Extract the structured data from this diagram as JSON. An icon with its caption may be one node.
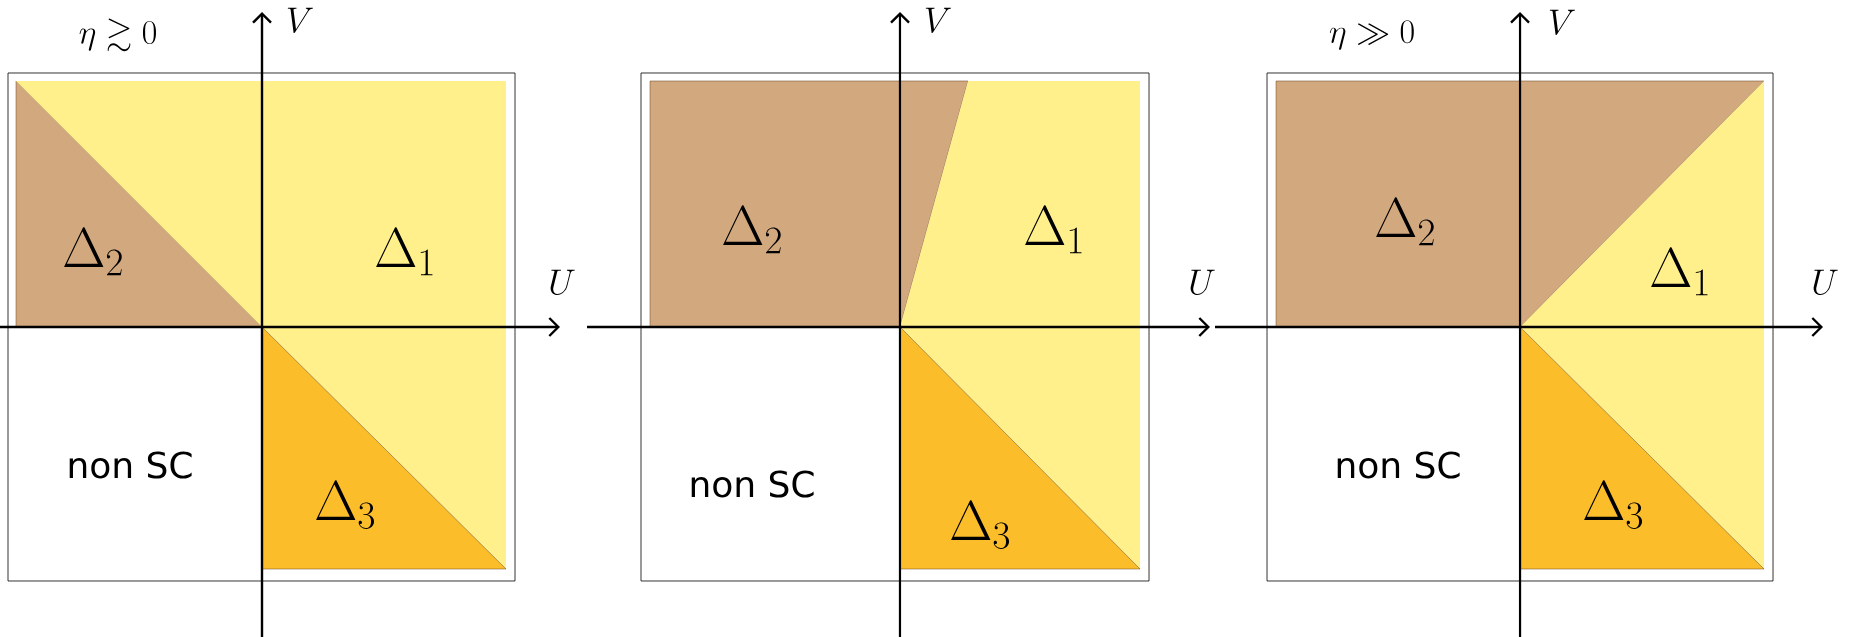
{
  "diagram": {
    "nodes": [
      {
        "text": [
          "\\eta \\gtrsim 0"
        ]
      },
      {
        "text": [
          "\\Delta_2"
        ],
        "in": 0
      },
      {
        "text": [
          "\\Delta_1"
        ],
        "in": 0
      },
      {
        "text": [
          "non SC"
        ],
        "in": 0
      },
      {
        "text": [
          "\\Delta_3"
        ],
        "in": 0
      },
      {
        "text": [],
        "shape": "box"
      },
      {
        "text": [
          "\\Delta_2"
        ],
        "in": 5
      },
      {
        "text": [
          "\\Delta_1"
        ],
        "in": 5
      },
      {
        "text": [
          "non SC"
        ],
        "in": 5
      },
      {
        "text": [
          "\\Delta_3"
        ],
        "in": 5
      },
      {
        "text": [
          "\\eta \\gg 0"
        ]
      },
      {
        "text": [
          "\\Delta_2"
        ],
        "in": 10
      },
      {
        "text": [
          "\\Delta_1"
        ],
        "in": 10
      },
      {
        "text": [
          "non SC"
        ],
        "in": 10
      },
      {
        "text": [
          "\\Delta_3"
        ],
        "in": 10
      }
    ],
    "labels": [
      "V",
      "U",
      "V",
      "U",
      "V",
      "U"
    ]
  }
}
